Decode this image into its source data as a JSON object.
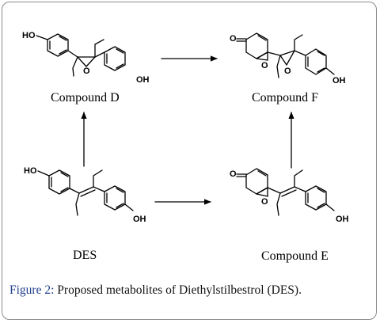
{
  "labels": {
    "compound_d": "Compound D",
    "compound_f": "Compound F",
    "des": "DES",
    "compound_e": "Compound E"
  },
  "atoms": {
    "hydroxyl": "HO",
    "hydroxyl_right": "OH",
    "epoxide_oxygen": "O",
    "carbonyl_oxygen": "O"
  },
  "caption": {
    "prefix": "Figure 2:",
    "text": " Proposed metabolites of Diethylstilbestrol (DES)."
  }
}
